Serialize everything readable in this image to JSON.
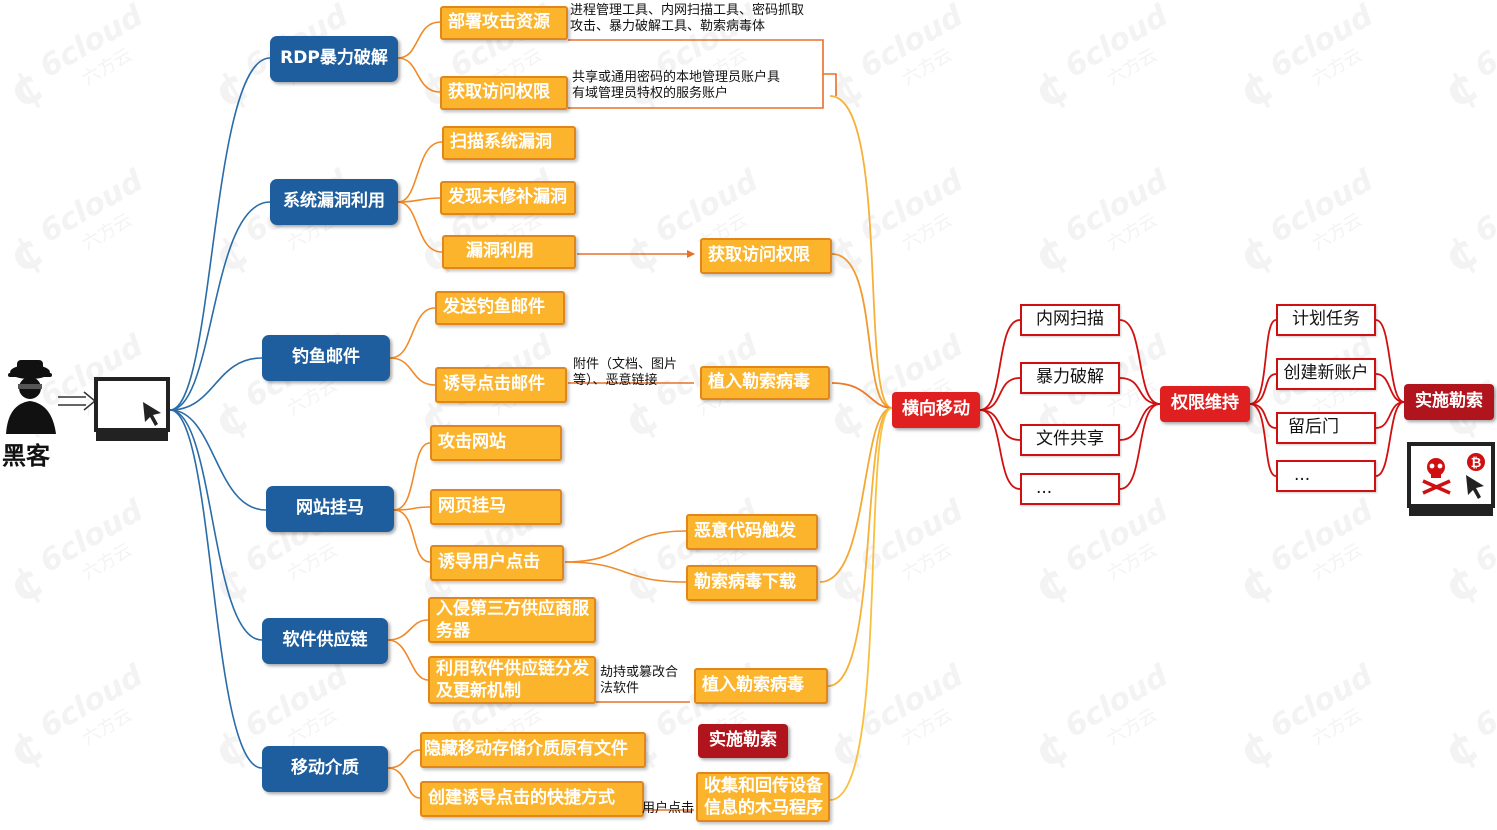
{
  "hacker_label": "黑客",
  "colors": {
    "blue": "#1f5e9e",
    "orange": "#fbb42c",
    "red": "#e02020",
    "dark_red": "#b0141c"
  },
  "vectors": {
    "rdp": "RDP暴力破解",
    "vuln": "系统漏洞利用",
    "phish": "钓鱼邮件",
    "web": "网站挂马",
    "supply": "软件供应链",
    "media": "移动介质"
  },
  "steps": {
    "deploy": "部署攻击资源",
    "rdp_access": "获取访问权限",
    "scan_vuln": "扫描系统漏洞",
    "find_unpatched": "发现未修补漏洞",
    "exploit": "漏洞利用",
    "vuln_access": "获取访问权限",
    "send_phish": "发送钓鱼邮件",
    "lure_click": "诱导点击邮件",
    "phish_implant": "植入勒索病毒",
    "attack_site": "攻击网站",
    "trojan_page": "网页挂马",
    "lure_user": "诱导用户点击",
    "malicious_trigger": "恶意代码触发",
    "ransom_download": "勒索病毒下载",
    "compromise_vendor": "入侵第三方供应商服务器",
    "abuse_update": "利用软件供应链分发及更新机制",
    "supply_implant": "植入勒索病毒",
    "hide_files": "隐藏移动存储介质原有文件",
    "create_shortcut": "创建诱导点击的快捷方式",
    "media_ransom": "实施勒索",
    "trojan_collect": "收集和回传设备信息的木马程序"
  },
  "notes": {
    "deploy_tools": "进程管理工具、内网扫描工具、密码抓取攻击、暴力破解工具、勒索病毒体",
    "accounts": "共享或通用密码的本地管理员账户具有域管理员特权的服务账户",
    "attachment": "附件（文档、图片等）、恶意链接",
    "hijack": "劫持或篡改合法软件",
    "user_click": "用户点击"
  },
  "lateral": {
    "title": "横向移动",
    "items": [
      "内网扫描",
      "暴力破解",
      "文件共享",
      "..."
    ]
  },
  "persistence": {
    "title": "权限维持",
    "items": [
      "计划任务",
      "创建新账户",
      "留后门",
      "..."
    ]
  },
  "final": "实施勒索",
  "watermark": {
    "brand": "6cloud",
    "cn": "六方云"
  }
}
